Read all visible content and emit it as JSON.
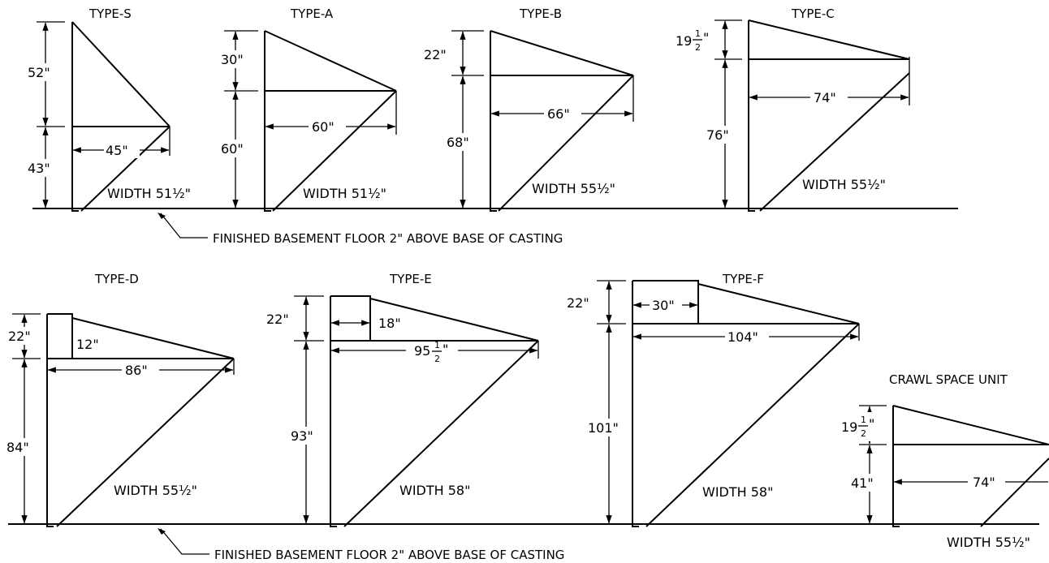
{
  "figures": {
    "type_s": {
      "title": "TYPE-S",
      "dim_top": "52\"",
      "dim_bottom": "43\"",
      "dim_depth": "45\"",
      "width": "WIDTH 51½\""
    },
    "type_a": {
      "title": "TYPE-A",
      "dim_top": "30\"",
      "dim_bottom": "60\"",
      "dim_depth": "60\"",
      "width": "WIDTH 51½\""
    },
    "type_b": {
      "title": "TYPE-B",
      "dim_top": "22\"",
      "dim_bottom": "68\"",
      "dim_depth": "66\"",
      "width": "WIDTH 55½\""
    },
    "type_c": {
      "title": "TYPE-C",
      "dim_top_whole": "19",
      "dim_top_num": "1",
      "dim_top_den": "2",
      "dim_top_mark": "\"",
      "dim_bottom": "76\"",
      "dim_depth": "74\"",
      "width": "WIDTH 55½\""
    },
    "type_d": {
      "title": "TYPE-D",
      "dim_top": "22\"",
      "dim_bottom": "84\"",
      "dim_step": "12\"",
      "dim_depth": "86\"",
      "width": "WIDTH 55½\""
    },
    "type_e": {
      "title": "TYPE-E",
      "dim_top": "22\"",
      "dim_bottom": "93\"",
      "dim_step": "18\"",
      "dim_depth_whole": "95",
      "dim_depth_num": "1",
      "dim_depth_den": "2",
      "dim_depth_mark": "\"",
      "width": "WIDTH 58\""
    },
    "type_f": {
      "title": "TYPE-F",
      "dim_top": "22\"",
      "dim_bottom": "101\"",
      "dim_step": "30\"",
      "dim_depth": "104\"",
      "width": "WIDTH 58\""
    },
    "crawl": {
      "title": "CRAWL SPACE UNIT",
      "dim_top_whole": "19",
      "dim_top_num": "1",
      "dim_top_den": "2",
      "dim_top_mark": "\"",
      "dim_bottom": "41\"",
      "dim_depth": "74\"",
      "width": "WIDTH 55½\""
    }
  },
  "floor_note_top": "FINISHED BASEMENT FLOOR 2\" ABOVE BASE OF CASTING",
  "floor_note_bottom": "FINISHED BASEMENT FLOOR 2\" ABOVE BASE OF CASTING"
}
